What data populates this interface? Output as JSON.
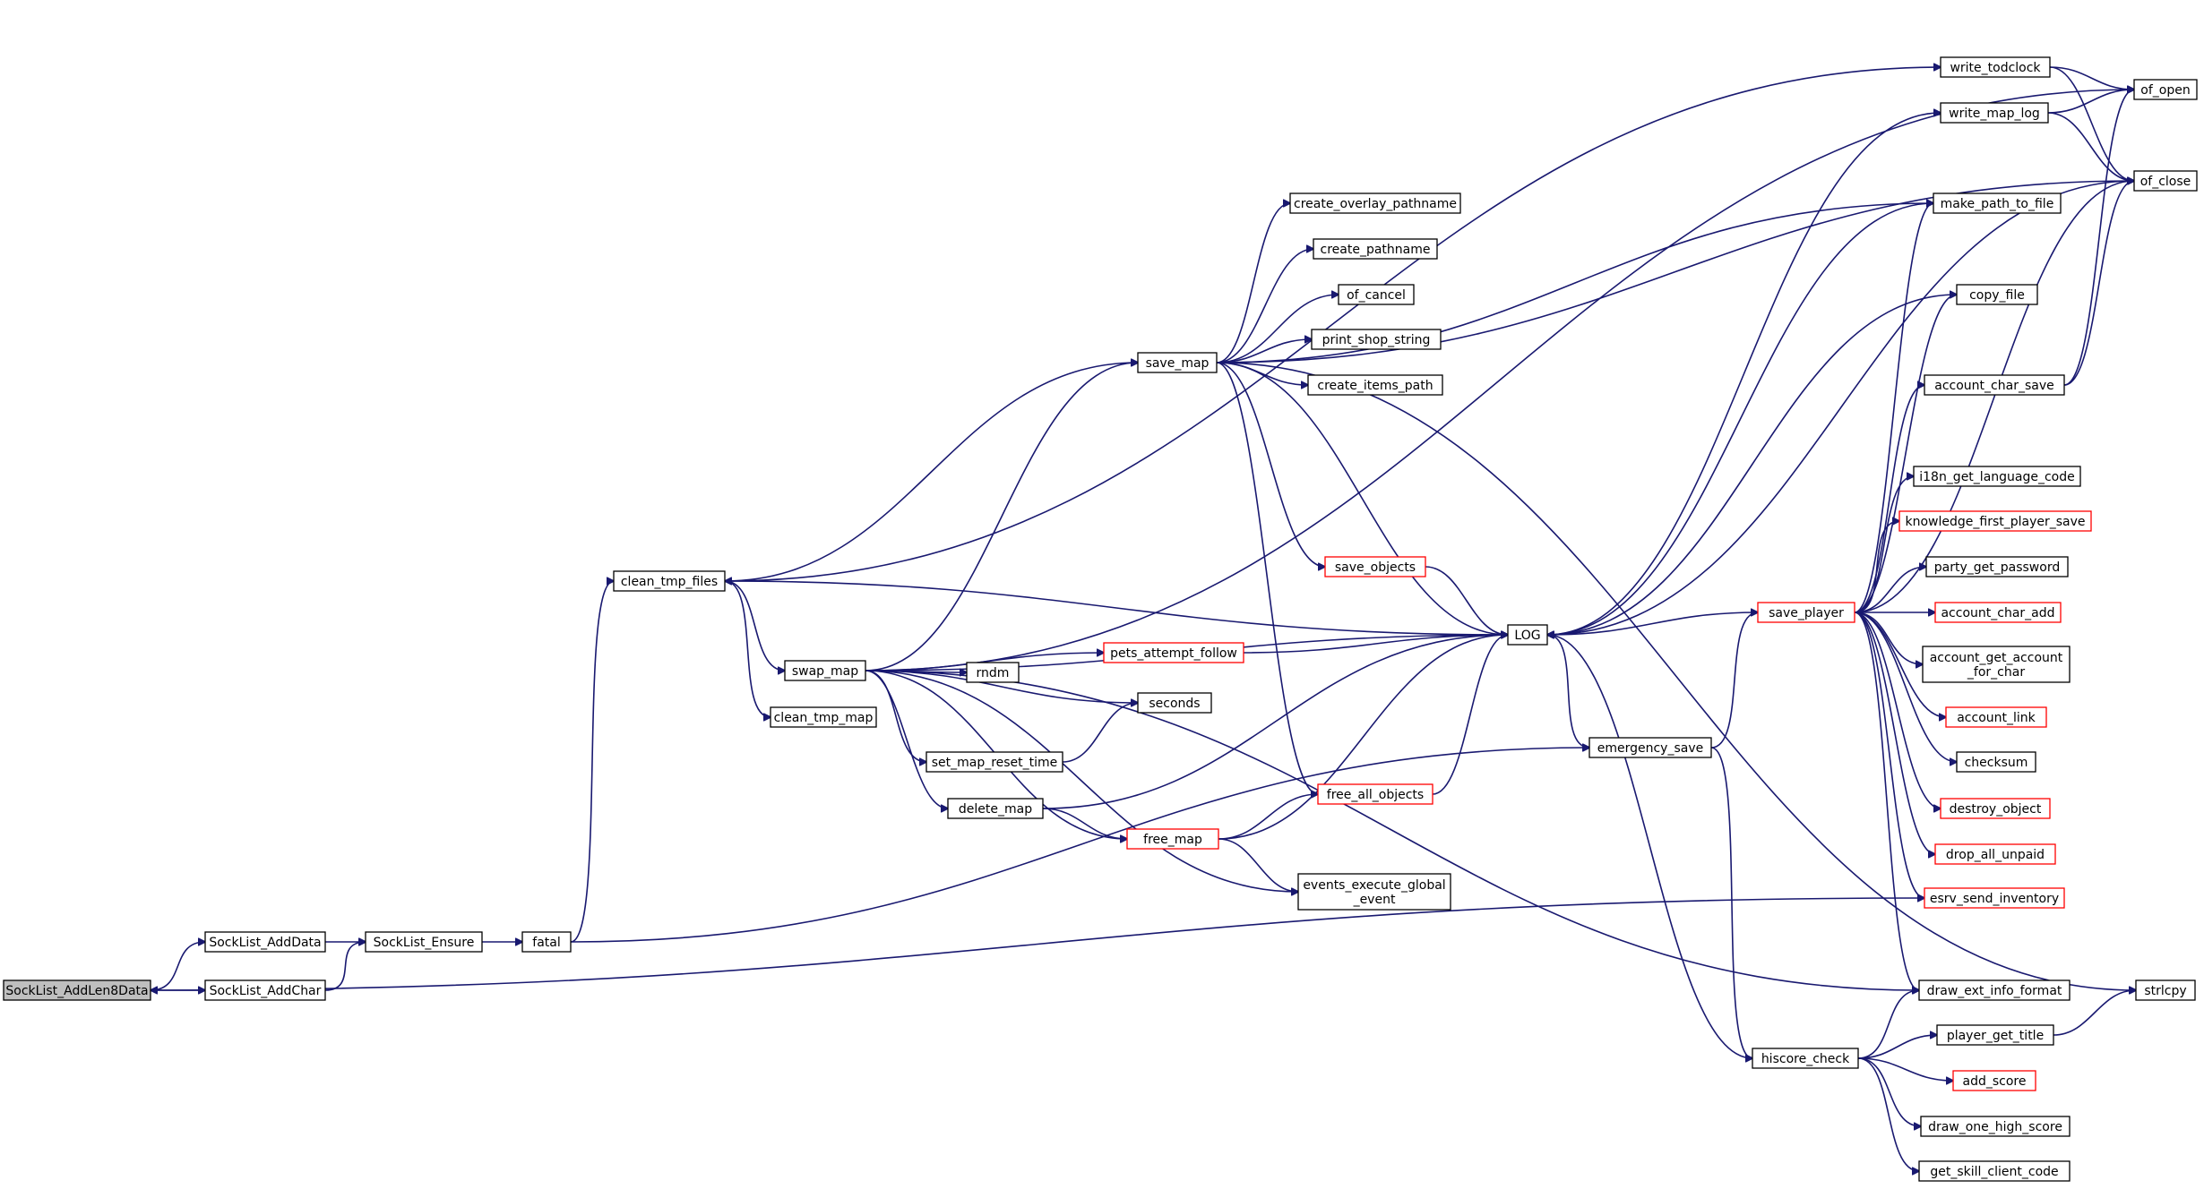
{
  "colors": {
    "edge": "#191970",
    "node_border": "#000000",
    "incomplete_border": "#ff0000",
    "root_fill": "#bfbfbf"
  },
  "nodes": [
    {
      "id": "SockList_AddLen8Data",
      "label": [
        "SockList_AddLen8Data"
      ],
      "style": "root"
    },
    {
      "id": "SockList_AddData",
      "label": [
        "SockList_AddData"
      ]
    },
    {
      "id": "SockList_AddChar",
      "label": [
        "SockList_AddChar"
      ]
    },
    {
      "id": "SockList_Ensure",
      "label": [
        "SockList_Ensure"
      ]
    },
    {
      "id": "fatal",
      "label": [
        "fatal"
      ]
    },
    {
      "id": "clean_tmp_files",
      "label": [
        "clean_tmp_files"
      ]
    },
    {
      "id": "swap_map",
      "label": [
        "swap_map"
      ]
    },
    {
      "id": "clean_tmp_map",
      "label": [
        "clean_tmp_map"
      ]
    },
    {
      "id": "save_map",
      "label": [
        "save_map"
      ]
    },
    {
      "id": "rndm",
      "label": [
        "rndm"
      ]
    },
    {
      "id": "pets_attempt_follow",
      "label": [
        "pets_attempt_follow"
      ],
      "style": "red"
    },
    {
      "id": "seconds",
      "label": [
        "seconds"
      ]
    },
    {
      "id": "set_map_reset_time",
      "label": [
        "set_map_reset_time"
      ]
    },
    {
      "id": "delete_map",
      "label": [
        "delete_map"
      ]
    },
    {
      "id": "free_map",
      "label": [
        "free_map"
      ],
      "style": "red"
    },
    {
      "id": "events_execute_global_event",
      "label": [
        "events_execute_global",
        "_event"
      ]
    },
    {
      "id": "create_overlay_pathname",
      "label": [
        "create_overlay_pathname"
      ]
    },
    {
      "id": "create_pathname",
      "label": [
        "create_pathname"
      ]
    },
    {
      "id": "of_cancel",
      "label": [
        "of_cancel"
      ]
    },
    {
      "id": "print_shop_string",
      "label": [
        "print_shop_string"
      ]
    },
    {
      "id": "create_items_path",
      "label": [
        "create_items_path"
      ]
    },
    {
      "id": "save_objects",
      "label": [
        "save_objects"
      ],
      "style": "red"
    },
    {
      "id": "free_all_objects",
      "label": [
        "free_all_objects"
      ],
      "style": "red"
    },
    {
      "id": "LOG",
      "label": [
        "LOG"
      ]
    },
    {
      "id": "emergency_save",
      "label": [
        "emergency_save"
      ]
    },
    {
      "id": "hiscore_check",
      "label": [
        "hiscore_check"
      ]
    },
    {
      "id": "save_player",
      "label": [
        "save_player"
      ],
      "style": "red"
    },
    {
      "id": "write_todclock",
      "label": [
        "write_todclock"
      ]
    },
    {
      "id": "write_map_log",
      "label": [
        "write_map_log"
      ]
    },
    {
      "id": "make_path_to_file",
      "label": [
        "make_path_to_file"
      ]
    },
    {
      "id": "copy_file",
      "label": [
        "copy_file"
      ]
    },
    {
      "id": "account_char_save",
      "label": [
        "account_char_save"
      ]
    },
    {
      "id": "i18n_get_language_code",
      "label": [
        "i18n_get_language_code"
      ]
    },
    {
      "id": "knowledge_first_player_save",
      "label": [
        "knowledge_first_player_save"
      ],
      "style": "red"
    },
    {
      "id": "party_get_password",
      "label": [
        "party_get_password"
      ]
    },
    {
      "id": "account_char_add",
      "label": [
        "account_char_add"
      ],
      "style": "red"
    },
    {
      "id": "account_get_account_for_char",
      "label": [
        "account_get_account",
        "_for_char"
      ]
    },
    {
      "id": "account_link",
      "label": [
        "account_link"
      ],
      "style": "red"
    },
    {
      "id": "checksum",
      "label": [
        "checksum"
      ]
    },
    {
      "id": "destroy_object",
      "label": [
        "destroy_object"
      ],
      "style": "red"
    },
    {
      "id": "drop_all_unpaid",
      "label": [
        "drop_all_unpaid"
      ],
      "style": "red"
    },
    {
      "id": "esrv_send_inventory",
      "label": [
        "esrv_send_inventory"
      ],
      "style": "red"
    },
    {
      "id": "draw_ext_info_format",
      "label": [
        "draw_ext_info_format"
      ]
    },
    {
      "id": "player_get_title",
      "label": [
        "player_get_title"
      ]
    },
    {
      "id": "add_score",
      "label": [
        "add_score"
      ],
      "style": "red"
    },
    {
      "id": "draw_one_high_score",
      "label": [
        "draw_one_high_score"
      ]
    },
    {
      "id": "get_skill_client_code",
      "label": [
        "get_skill_client_code"
      ]
    },
    {
      "id": "of_open",
      "label": [
        "of_open"
      ]
    },
    {
      "id": "of_close",
      "label": [
        "of_close"
      ]
    },
    {
      "id": "strlcpy",
      "label": [
        "strlcpy"
      ]
    }
  ],
  "edges": [
    [
      "SockList_AddLen8Data",
      "SockList_AddData"
    ],
    [
      "SockList_AddLen8Data",
      "SockList_AddChar"
    ],
    [
      "SockList_AddData",
      "SockList_Ensure"
    ],
    [
      "SockList_AddChar",
      "SockList_Ensure"
    ],
    [
      "SockList_Ensure",
      "fatal"
    ],
    [
      "fatal",
      "clean_tmp_files"
    ],
    [
      "fatal",
      "emergency_save"
    ],
    [
      "clean_tmp_files",
      "swap_map"
    ],
    [
      "clean_tmp_files",
      "clean_tmp_map"
    ],
    [
      "clean_tmp_files",
      "save_map"
    ],
    [
      "clean_tmp_files",
      "write_todclock"
    ],
    [
      "swap_map",
      "save_map"
    ],
    [
      "swap_map",
      "LOG"
    ],
    [
      "swap_map",
      "pets_attempt_follow"
    ],
    [
      "swap_map",
      "rndm"
    ],
    [
      "swap_map",
      "seconds"
    ],
    [
      "swap_map",
      "set_map_reset_time"
    ],
    [
      "swap_map",
      "delete_map"
    ],
    [
      "swap_map",
      "free_map"
    ],
    [
      "swap_map",
      "events_execute_global_event"
    ],
    [
      "swap_map",
      "draw_ext_info_format"
    ],
    [
      "swap_map",
      "of_open"
    ],
    [
      "save_map",
      "create_overlay_pathname"
    ],
    [
      "save_map",
      "create_pathname"
    ],
    [
      "save_map",
      "of_cancel"
    ],
    [
      "save_map",
      "print_shop_string"
    ],
    [
      "save_map",
      "create_items_path"
    ],
    [
      "save_map",
      "make_path_to_file"
    ],
    [
      "save_map",
      "save_objects"
    ],
    [
      "save_map",
      "LOG"
    ],
    [
      "save_map",
      "free_all_objects"
    ],
    [
      "save_map",
      "strlcpy"
    ],
    [
      "save_map",
      "of_close"
    ],
    [
      "set_map_reset_time",
      "seconds"
    ],
    [
      "delete_map",
      "free_map"
    ],
    [
      "delete_map",
      "LOG"
    ],
    [
      "free_map",
      "free_all_objects"
    ],
    [
      "free_map",
      "events_execute_global_event"
    ],
    [
      "free_map",
      "LOG"
    ],
    [
      "pets_attempt_follow",
      "LOG"
    ],
    [
      "save_objects",
      "LOG"
    ],
    [
      "free_all_objects",
      "LOG"
    ],
    [
      "LOG",
      "clean_tmp_files"
    ],
    [
      "LOG",
      "emergency_save"
    ],
    [
      "LOG",
      "write_map_log"
    ],
    [
      "emergency_save",
      "save_player"
    ],
    [
      "emergency_save",
      "hiscore_check"
    ],
    [
      "hiscore_check",
      "LOG"
    ],
    [
      "hiscore_check",
      "draw_ext_info_format"
    ],
    [
      "hiscore_check",
      "player_get_title"
    ],
    [
      "hiscore_check",
      "add_score"
    ],
    [
      "hiscore_check",
      "draw_one_high_score"
    ],
    [
      "hiscore_check",
      "get_skill_client_code"
    ],
    [
      "save_player",
      "LOG"
    ],
    [
      "save_player",
      "make_path_to_file"
    ],
    [
      "save_player",
      "copy_file"
    ],
    [
      "save_player",
      "account_char_save"
    ],
    [
      "save_player",
      "i18n_get_language_code"
    ],
    [
      "save_player",
      "knowledge_first_player_save"
    ],
    [
      "save_player",
      "party_get_password"
    ],
    [
      "save_player",
      "account_char_add"
    ],
    [
      "save_player",
      "account_get_account_for_char"
    ],
    [
      "save_player",
      "account_link"
    ],
    [
      "save_player",
      "checksum"
    ],
    [
      "save_player",
      "destroy_object"
    ],
    [
      "save_player",
      "drop_all_unpaid"
    ],
    [
      "save_player",
      "esrv_send_inventory"
    ],
    [
      "save_player",
      "draw_ext_info_format"
    ],
    [
      "save_player",
      "of_close"
    ],
    [
      "esrv_send_inventory",
      "SockList_AddLen8Data"
    ],
    [
      "write_todclock",
      "of_open"
    ],
    [
      "write_todclock",
      "of_close"
    ],
    [
      "write_map_log",
      "of_open"
    ],
    [
      "write_map_log",
      "of_close"
    ],
    [
      "make_path_to_file",
      "LOG"
    ],
    [
      "copy_file",
      "LOG"
    ],
    [
      "account_char_save",
      "of_open"
    ],
    [
      "account_char_save",
      "of_close"
    ],
    [
      "of_close",
      "LOG"
    ],
    [
      "player_get_title",
      "strlcpy"
    ]
  ]
}
